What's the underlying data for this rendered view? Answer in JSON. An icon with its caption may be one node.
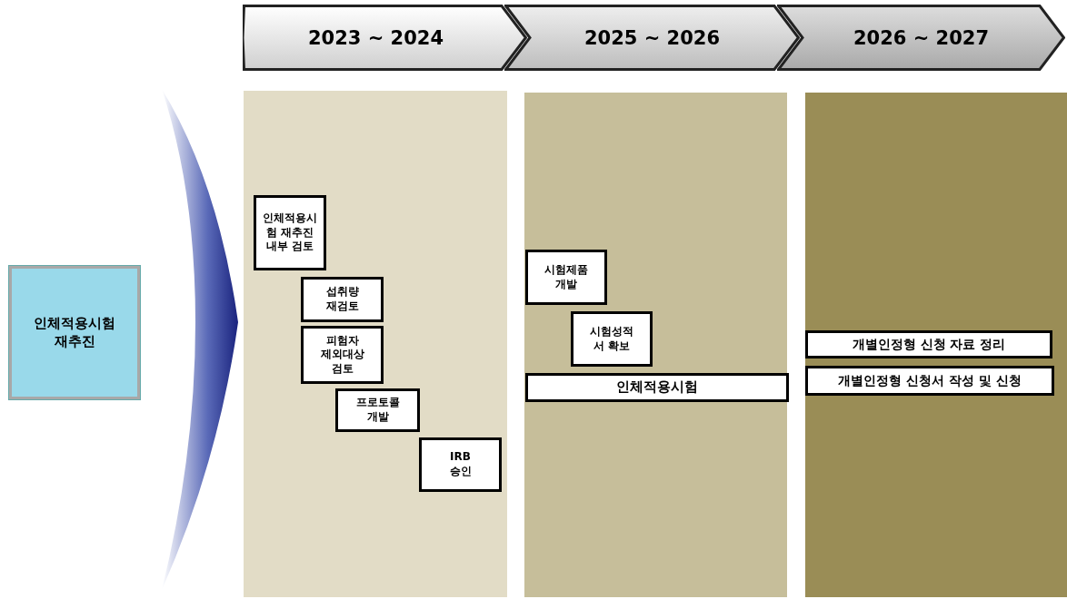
{
  "diagram": {
    "nodes": [
      {
        "text": [
          "2023 ~ 2024"
        ]
      },
      {
        "text": [
          "2025 ~ 2026"
        ]
      },
      {
        "text": [
          "2026 ~ 2027"
        ]
      },
      {
        "text": [
          "인체적용시험 재추진"
        ]
      },
      {
        "text": [
          "인체적용시험 재추진 내부 검토"
        ]
      },
      {
        "text": [
          "섭취량 재검토"
        ]
      },
      {
        "text": [
          "피험자 제외대상 검토"
        ]
      },
      {
        "text": [
          "프로토콜 개발"
        ]
      },
      {
        "text": [
          "IRB 승인"
        ]
      },
      {
        "text": [
          "시험제품 개발"
        ]
      },
      {
        "text": [
          "시험성적서 확보"
        ]
      },
      {
        "text": [
          "인체적용시험"
        ]
      },
      {
        "text": [
          "개별인정형 신청 자료 정리"
        ]
      },
      {
        "text": [
          "개별인정형 신청서 작성 및 신청"
        ]
      }
    ]
  }
}
